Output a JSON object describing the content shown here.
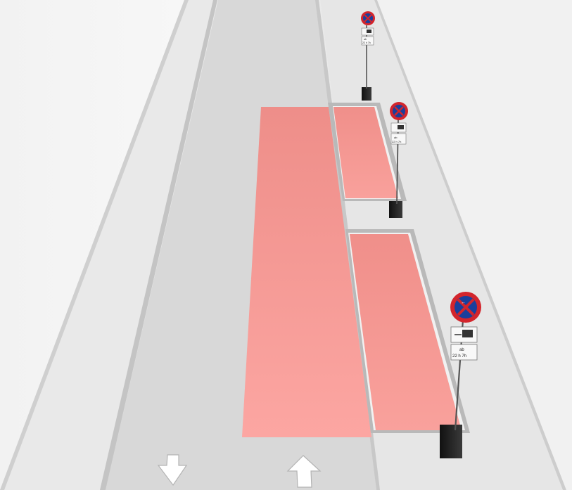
{
  "scene": {
    "description_hidden": "",
    "colors": {
      "background_edge": "#f4f4f4",
      "lane_outer": "#ececec",
      "lane_center": "#d6d6d6",
      "lane_line": "#bdbdbd",
      "sidewalk": "#e3e3e3",
      "curb": "#9e9e9e",
      "no_parking_zone": "#f28b86",
      "no_parking_zone_light": "#f9a29d",
      "sign_red": "#d3252c",
      "sign_blue": "#1a3f9c",
      "pole": "#4a4a4a",
      "base": "#1f1f1f",
      "arrow": "#ffffff"
    },
    "arrows": [
      {
        "name": "lane-arrow-down-icon",
        "direction": "down"
      },
      {
        "name": "lane-arrow-up-icon",
        "direction": "up"
      }
    ],
    "signs": [
      {
        "name": "sign-far",
        "icon": "no-stopping-sign-icon",
        "plate_text_top": "ab",
        "plate_text_bottom": "22 h 7h"
      },
      {
        "name": "sign-middle",
        "icon": "no-stopping-sign-icon",
        "plate_text_top": "ab",
        "plate_text_bottom": "22 h 7h"
      },
      {
        "name": "sign-near",
        "icon": "no-stopping-sign-icon",
        "plate_text_top": "ab",
        "plate_text_bottom": "22 h 7h"
      }
    ]
  }
}
